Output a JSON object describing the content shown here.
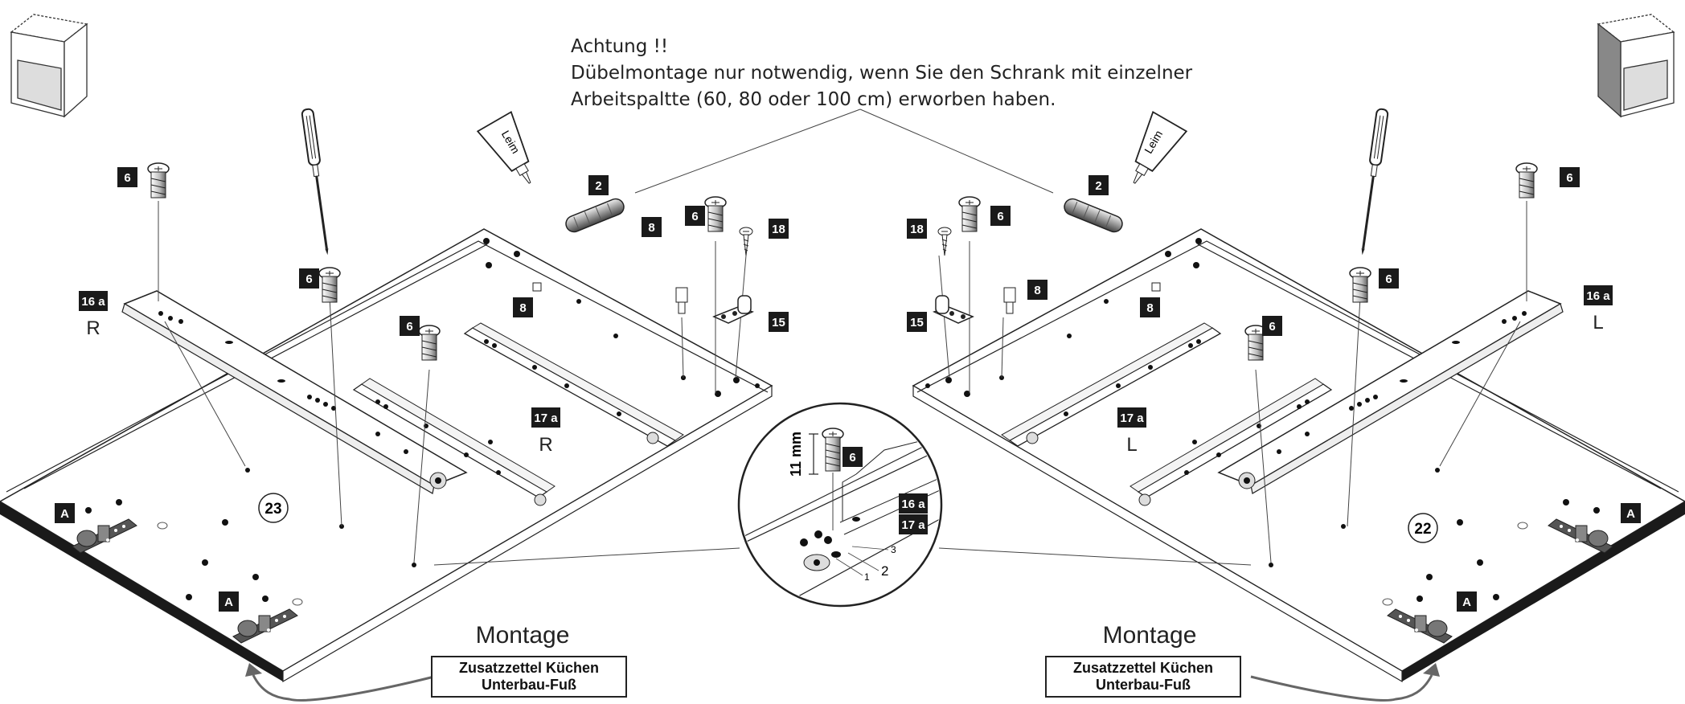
{
  "note": {
    "title": "Achtung !!",
    "line1": "Dübelmontage nur notwendig, wenn Sie den Schrank mit einzelner",
    "line2": "Arbeitspaltte (60, 80 oder 100 cm) erworben haben."
  },
  "glue_label": "Leim",
  "parts": {
    "screw": "6",
    "dowel": "2",
    "hinge_pin": "8",
    "small_screw": "18",
    "hinge_bracket": "15",
    "rail_16a": "16 a",
    "rail_17a": "17 a",
    "foot": "A"
  },
  "left_panel": {
    "step": "23",
    "rail_16a_side": "R",
    "rail_17a_side": "R",
    "montage_label": "Montage",
    "box_line1": "Zusatzzettel Küchen",
    "box_line2": "Unterbau-Fuß"
  },
  "right_panel": {
    "step": "22",
    "rail_16a_side": "L",
    "rail_17a_side": "L",
    "montage_label": "Montage",
    "box_line1": "Zusatzzettel Küchen",
    "box_line2": "Unterbau-Fuß"
  },
  "detail": {
    "dimension": "11 mm",
    "callout_1": "1",
    "callout_2": "2",
    "callout_3": "3"
  }
}
